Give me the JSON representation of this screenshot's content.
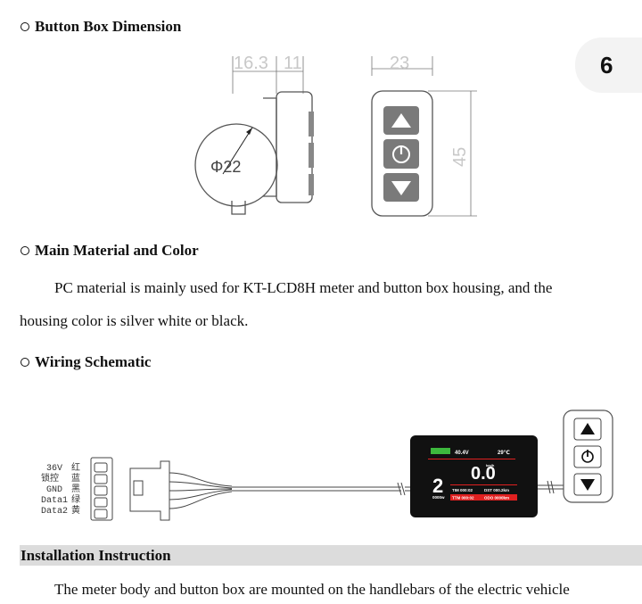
{
  "page_number": "6",
  "sections": {
    "button_box_dimension": {
      "title": "Button Box Dimension"
    },
    "main_material": {
      "title": "Main Material and Color",
      "line1": "PC material is mainly used for KT-LCD8H meter and button box housing, and the",
      "line2": "housing color is silver white or black."
    },
    "wiring": {
      "title": "Wiring Schematic"
    },
    "installation": {
      "title": "Installation Instruction",
      "line1": "The meter body and button box are mounted on the handlebars of the electric vehicle"
    }
  },
  "dimension_drawing": {
    "width_a": "16.3",
    "width_b": "11",
    "diameter": "Φ22",
    "box_width": "23",
    "box_height": "45"
  },
  "wiring_diagram": {
    "wires": [
      {
        "name": "36V",
        "color_cn": "红"
      },
      {
        "name": "锁控",
        "color_cn": "蓝"
      },
      {
        "name": "GND",
        "color_cn": "黑"
      },
      {
        "name": "Data1",
        "color_cn": "绿"
      },
      {
        "name": "Data2",
        "color_cn": "黄"
      }
    ],
    "lcd": {
      "voltage": "40.4V",
      "temperature": "29℃",
      "speed_unit": "km/h",
      "gear": "2",
      "speed": "0.0",
      "power": "0000w",
      "tim": "TIM 000:02",
      "dst": "DST 000.2km",
      "ttm": "TTM 000:02",
      "odo": "ODO 0000km"
    }
  },
  "colors": {
    "accent_red": "#e02020",
    "battery_green": "#3db83d",
    "button_gray": "#707070"
  }
}
